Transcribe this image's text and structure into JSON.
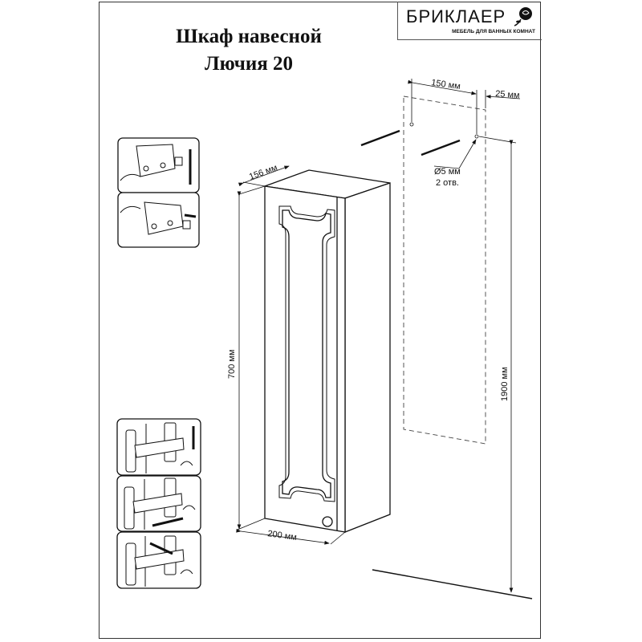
{
  "title": {
    "line1": "Шкаф навесной",
    "line2": "Лючия 20"
  },
  "logo": {
    "brand": "БРИКЛАЕР",
    "tagline": "МЕБЕЛЬ ДЛЯ ВАННЫХ КОМНАТ"
  },
  "dimensions": {
    "depth": "156 мм",
    "height": "700 мм",
    "width": "200 мм",
    "hole_spacing": "150 мм",
    "side_offset": "25 мм",
    "mount_height": "1900 мм",
    "hole_diameter": "Ø5 мм",
    "hole_count": "2 отв."
  }
}
